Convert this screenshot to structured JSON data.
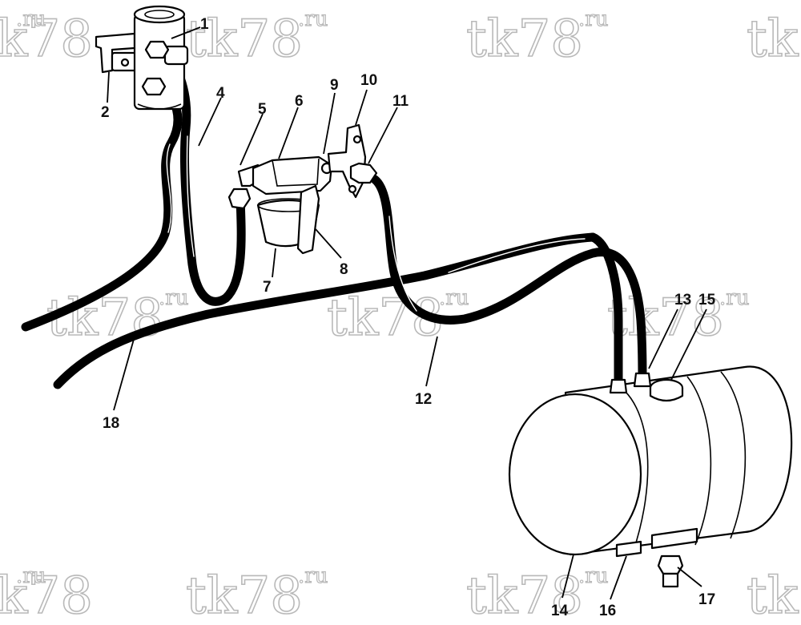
{
  "watermark": {
    "main": "tk78",
    "suffix": ".ru"
  },
  "callouts": {
    "c1": "1",
    "c2": "2",
    "c4": "4",
    "c5": "5",
    "c6": "6",
    "c7": "7",
    "c8": "8",
    "c9": "9",
    "c10": "10",
    "c11": "11",
    "c12": "12",
    "c13": "13",
    "c14": "14",
    "c15": "15",
    "c16": "16",
    "c17": "17",
    "c18": "18"
  }
}
